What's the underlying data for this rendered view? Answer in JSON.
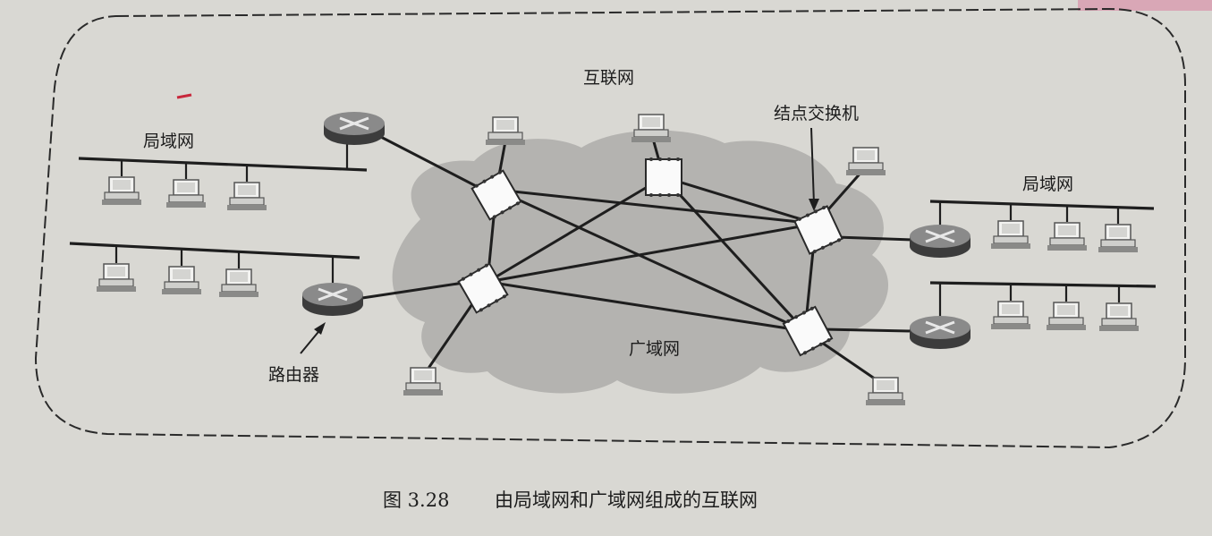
{
  "labels": {
    "internet": "互联网",
    "lan_left": "局域网",
    "lan_right": "局域网",
    "wan": "广域网",
    "router": "路由器",
    "switch": "结点交换机"
  },
  "caption": {
    "figure_number": "图 3.28",
    "text": "由局域网和广域网组成的互联网"
  },
  "colors": {
    "paper": "#d9d8d3",
    "cloud": "#b4b3b0",
    "ink": "#1e1e1e"
  }
}
